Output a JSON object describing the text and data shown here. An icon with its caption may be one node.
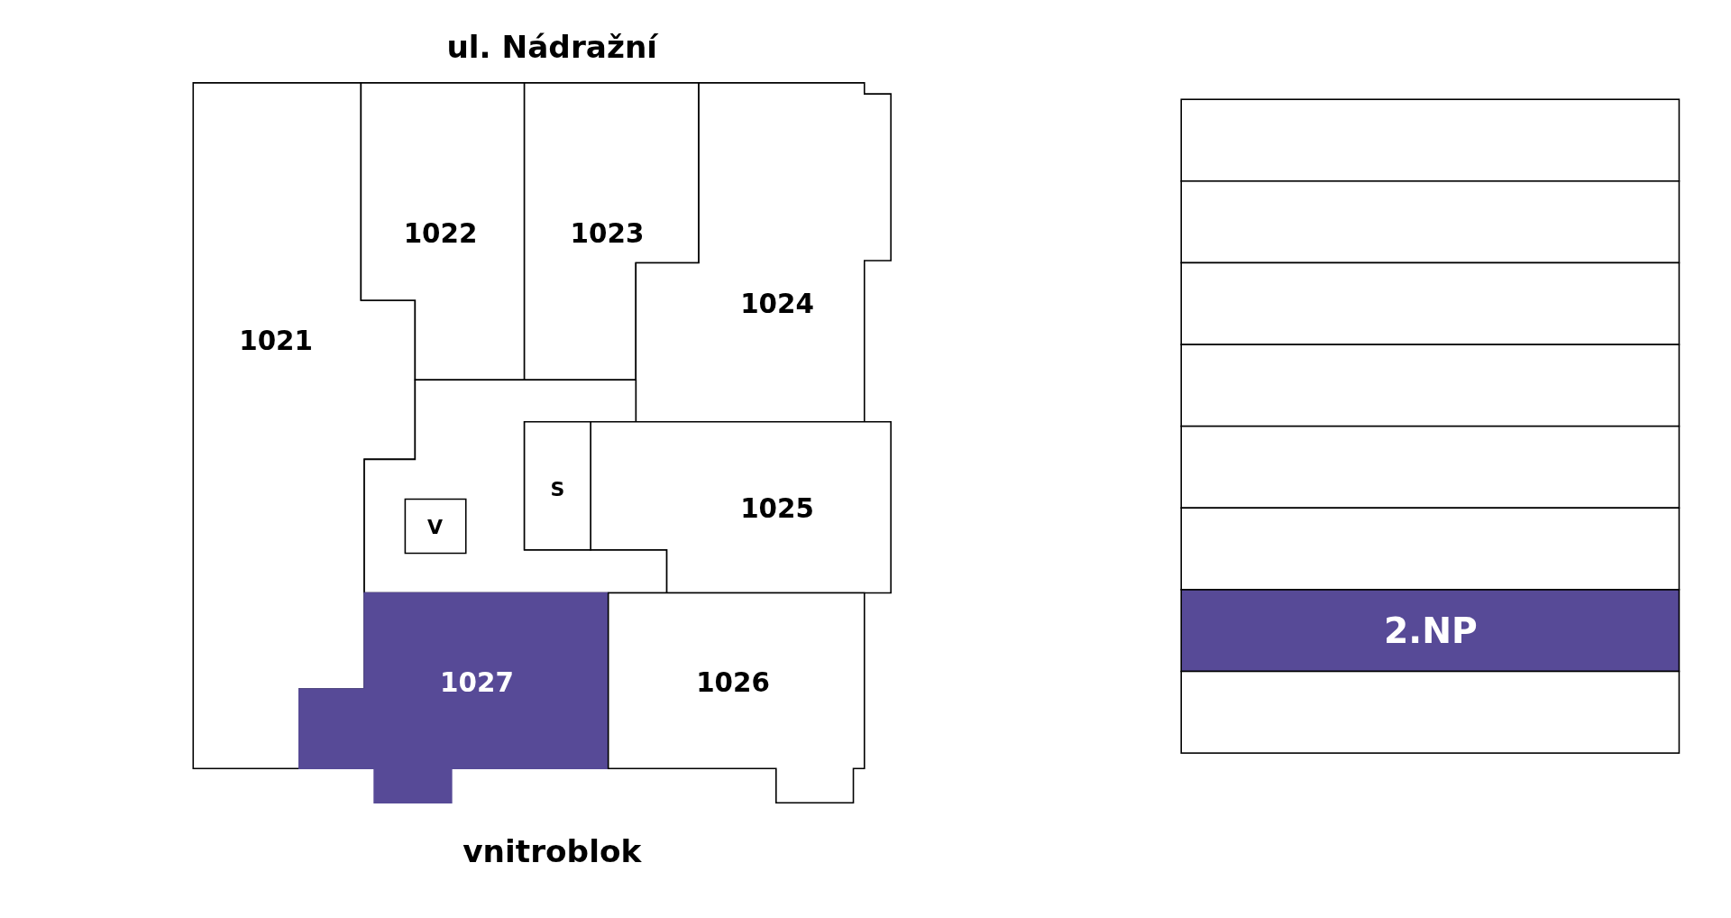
{
  "diagram": {
    "nodes": [
      {
        "text": [
          "1021"
        ]
      },
      {
        "text": [
          "1022"
        ]
      },
      {
        "text": [
          "1023"
        ]
      },
      {
        "text": [
          "1024"
        ]
      },
      {
        "text": [],
        "shape": "box"
      },
      {
        "text": [
          "S"
        ]
      },
      {
        "text": [
          "1025"
        ]
      },
      {
        "text": [
          "V"
        ],
        "in": 4
      },
      {
        "text": [
          "1027"
        ]
      },
      {
        "text": [
          "1026"
        ]
      },
      {
        "text": [],
        "shape": "bar"
      },
      {
        "text": [],
        "shape": "bar"
      },
      {
        "text": [],
        "shape": "bar"
      },
      {
        "text": [],
        "shape": "bar"
      },
      {
        "text": [],
        "shape": "bar"
      },
      {
        "text": [],
        "shape": "bar"
      },
      {
        "text": [
          "2.NP"
        ]
      },
      {
        "text": [],
        "shape": "bar"
      }
    ],
    "labels": [
      "ul. Nádražní",
      "vnitroblok"
    ]
  }
}
